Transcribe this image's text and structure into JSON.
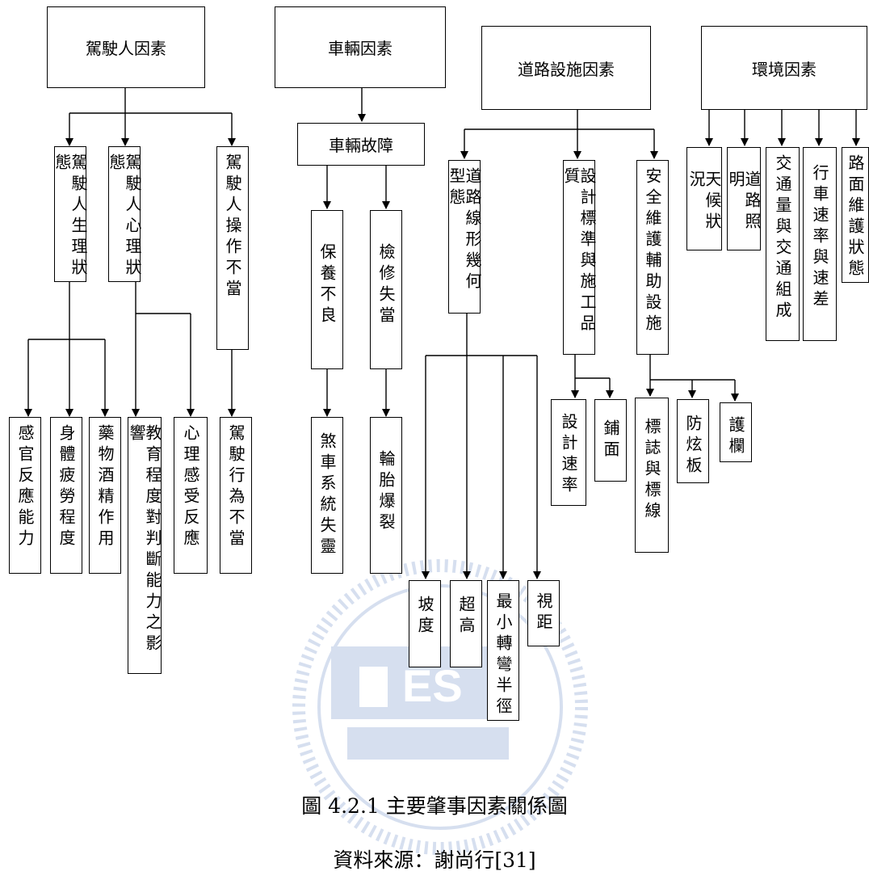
{
  "categories": {
    "driver": "駕駛人因素",
    "vehicle": "車輛因素",
    "road": "道路設施因素",
    "environment": "環境因素"
  },
  "driver": {
    "physiology": "駕駛人生理狀態",
    "psychology": "駕駛人心理狀態",
    "operation": "駕駛人操作不當",
    "sensory": "感官反應能力",
    "fatigue": "身體疲勞程度",
    "drugs": "藥物酒精作用",
    "education": "教育程度對判斷能力之影響",
    "feeling": "心理感受反應",
    "behavior": "駕駛行為不當"
  },
  "vehicle": {
    "fault": "車輛故障",
    "maintenance": "保養不良",
    "repair": "檢修失當",
    "brake": "煞車系統失靈",
    "tire": "輪胎爆裂"
  },
  "road": {
    "alignment": "道路線形幾何型態",
    "standards": "設計標準與施工品質",
    "safety": "安全維護輔助設施",
    "slope": "坡度",
    "superelevation": "超高",
    "radius": "最小轉彎半徑",
    "sight": "視距",
    "speed": "設計速率",
    "pavement": "鋪面",
    "signs": "標誌與標線",
    "glare": "防炫板",
    "guardrail": "護欄"
  },
  "environment": {
    "weather": "天候狀況",
    "lighting": "道路照明",
    "traffic": "交通量與交通組成",
    "velocity": "行車速率與速差",
    "surface": "路面維護狀態"
  },
  "caption": {
    "figure": "圖 4.2.1  主要肇事因素關係圖",
    "source": "資料來源：謝尚行[31]"
  },
  "watermark": {
    "letters": "ES",
    "color": "#6f8fc9"
  }
}
